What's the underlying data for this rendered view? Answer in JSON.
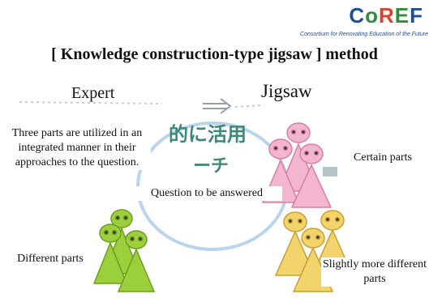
{
  "logo": {
    "word": [
      "C",
      "o",
      "R",
      "E",
      "F"
    ],
    "tagline": "Consortium for Renovating Education of the Future"
  },
  "title": "[ Knowledge construction-type jigsaw ] method",
  "headers": {
    "expert": "Expert",
    "jigsaw": "Jigsaw"
  },
  "background_text": {
    "japanese": "的に活用",
    "japanese_2": "ーチ"
  },
  "labels": {
    "three_parts": "Three parts are utilized in an integrated manner in their approaches to the question.",
    "question": "Question to be answered",
    "certain_parts": "Certain parts",
    "different_parts": "Different parts",
    "slightly_more": "Slightly more different parts"
  },
  "colors": {
    "pink": "#f4b6cf",
    "green": "#9bcf3c",
    "yellow": "#f3d36b",
    "circle": "#b9d4ee",
    "arrow": "#9aa0a8"
  }
}
